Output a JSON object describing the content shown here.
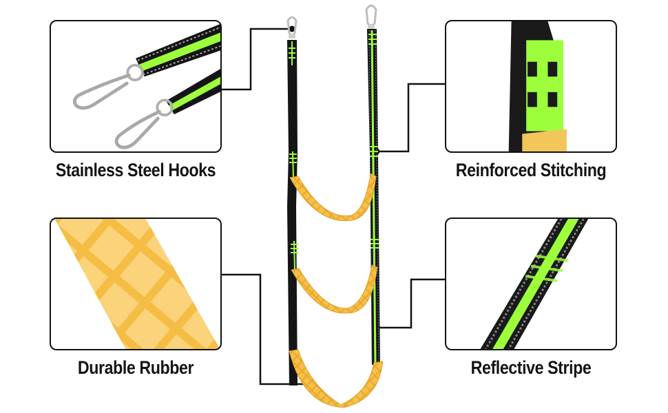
{
  "product": {
    "description": "Hanging rope ladder with stainless steel hooks, black straps with reflective green stripe and yellow rubber-covered rungs"
  },
  "callouts": [
    {
      "id": "hooks",
      "label": "Stainless Steel Hooks",
      "position": "top-left"
    },
    {
      "id": "stitching",
      "label": "Reinforced Stitching",
      "position": "top-right"
    },
    {
      "id": "rubber",
      "label": "Durable Rubber",
      "position": "bottom-left"
    },
    {
      "id": "stripe",
      "label": "Reflective Stripe",
      "position": "bottom-right"
    }
  ],
  "colors": {
    "strap_black": "#151515",
    "reflective_green": "#9dff3c",
    "rubber_yellow": "#f6c04a",
    "rubber_light": "#fbd37a",
    "steel": "#c8c8c8",
    "outline": "#111111"
  }
}
